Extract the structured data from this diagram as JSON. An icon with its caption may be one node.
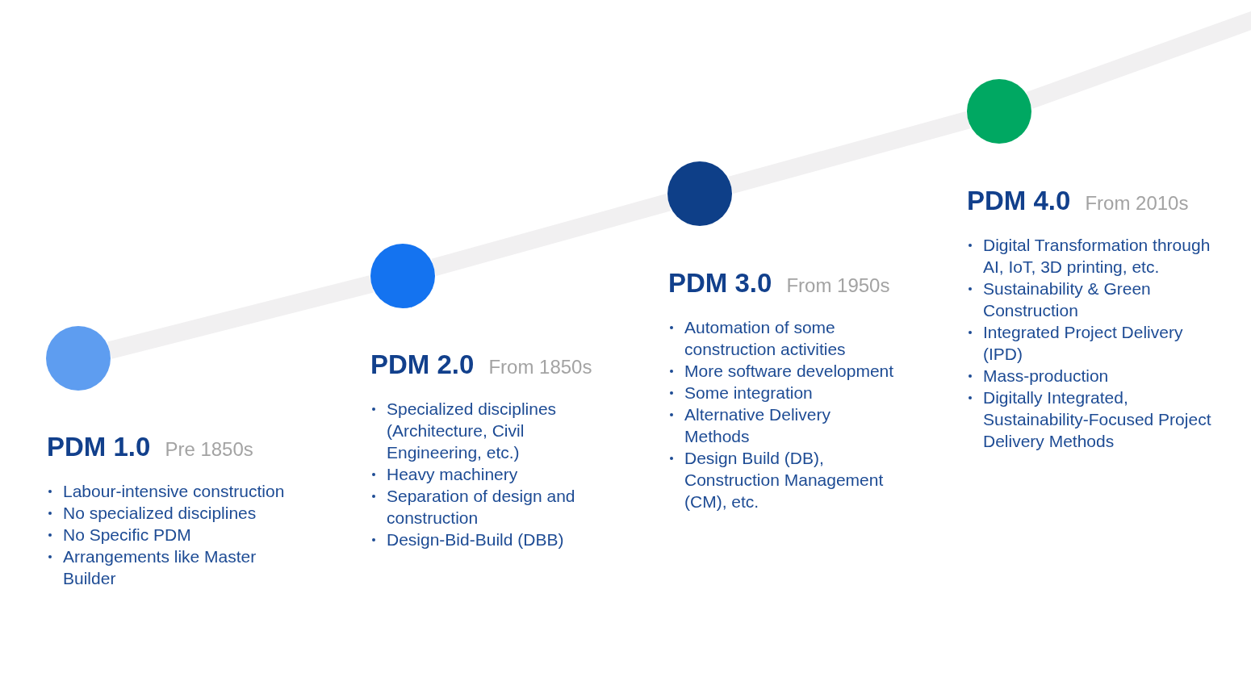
{
  "diagram": {
    "nodes": [
      {
        "text": [],
        "shape": "circle",
        "beside": [
          "PDM 1.0",
          "Pre 1850s",
          "Labour-intensive construction",
          "No specialized disciplines",
          "No Specific PDM",
          "Arrangements like Master Builder"
        ]
      },
      {
        "text": [],
        "shape": "circle",
        "beside": [
          "PDM 2.0",
          "From 1850s",
          "Specialized disciplines (Architecture, Civil Engineering, etc.)",
          "Heavy machinery",
          "Separation of design and construction",
          "Design-Bid-Build (DBB)"
        ]
      },
      {
        "text": [],
        "shape": "circle",
        "beside": [
          "PDM 3.0",
          "From 1950s",
          "Automation of some construction activities",
          "More software development",
          "Some integration",
          "Alternative Delivery Methods",
          "Design Build (DB), Construction Management (CM), etc."
        ]
      },
      {
        "text": [],
        "shape": "circle",
        "beside": [
          "PDM 4.0",
          "From 2010s",
          "Digital Transformation through AI, IoT, 3D printing, etc.",
          "Sustainability & Green Construction",
          "Integrated Project Delivery (IPD)",
          "Mass-production",
          "Digitally Integrated, Sustainability-Focused Project Delivery Methods"
        ]
      }
    ],
    "edges": [
      {
        "from": 0,
        "to": 1,
        "arrow": "none"
      },
      {
        "from": 1,
        "to": 2,
        "arrow": "none"
      },
      {
        "from": 2,
        "to": 3,
        "arrow": "none"
      },
      {
        "from": 3,
        "to": null,
        "arrow": "none"
      }
    ]
  }
}
